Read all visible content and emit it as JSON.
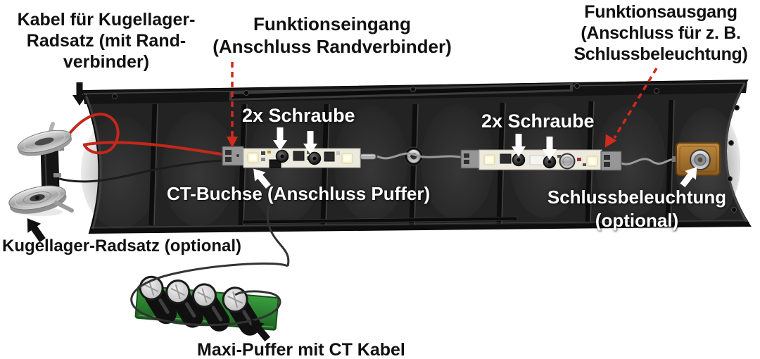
{
  "labels": {
    "kabel_radsatz": {
      "lines": [
        "Kabel für Kugellager-",
        "Radsatz (mit Rand-",
        "verbinder)"
      ],
      "color": "#111111"
    },
    "funktionseingang": {
      "lines": [
        "Funktionseingang",
        "(Anschluss Randverbinder)"
      ],
      "color": "#111111"
    },
    "funktionsausgang": {
      "lines": [
        "Funktionsausgang",
        "(Anschluss für z. B.",
        "Schlussbeleuchtung)"
      ],
      "color": "#111111"
    },
    "schraube_left": {
      "text": "2x Schraube",
      "color": "#ffffff"
    },
    "schraube_right": {
      "text": "2x Schraube",
      "color": "#ffffff"
    },
    "ct_buchse": {
      "text": "CT-Buchse (Anschluss Puffer)",
      "color": "#ffffff"
    },
    "schlussbeleuchtung": {
      "lines": [
        "Schlussbeleuchtung",
        "(optional)"
      ],
      "color": "#ffffff"
    },
    "kugellager_radsatz": {
      "text": "Kugellager-Radsatz (optional)",
      "color": "#111111"
    },
    "maxi_puffer": {
      "text": "Maxi-Puffer mit CT Kabel",
      "color": "#111111"
    }
  },
  "arrows": {
    "kabel_radsatz": {
      "style": "solid-black",
      "direction": "down"
    },
    "funktionseingang": {
      "style": "dashed-red",
      "direction": "down"
    },
    "funktionsausgang": {
      "style": "dashed-red",
      "direction": "down-left"
    },
    "schraube_left": {
      "style": "solid-white",
      "direction": "down",
      "count": 2
    },
    "schraube_right": {
      "style": "solid-white",
      "direction": "down",
      "count": 2
    },
    "ct_buchse": {
      "style": "solid-white",
      "direction": "up-left"
    },
    "schlussbeleuchtung": {
      "style": "solid-white",
      "direction": "up-right"
    },
    "kugellager_radsatz": {
      "style": "solid-black",
      "direction": "up-left"
    },
    "maxi_puffer": {
      "style": "solid-black",
      "direction": "up-left"
    }
  },
  "colors": {
    "background": "#ffffff",
    "car_body": "#232323",
    "annotation_red": "#d12a1e",
    "label_black": "#111111",
    "label_white": "#ffffff",
    "led_strip": "#eceade",
    "pcb_green": "#2e7d32",
    "brass_block": "#a9752f",
    "wire_red": "#c4271b",
    "wire_gray": "#9a9a9a"
  }
}
